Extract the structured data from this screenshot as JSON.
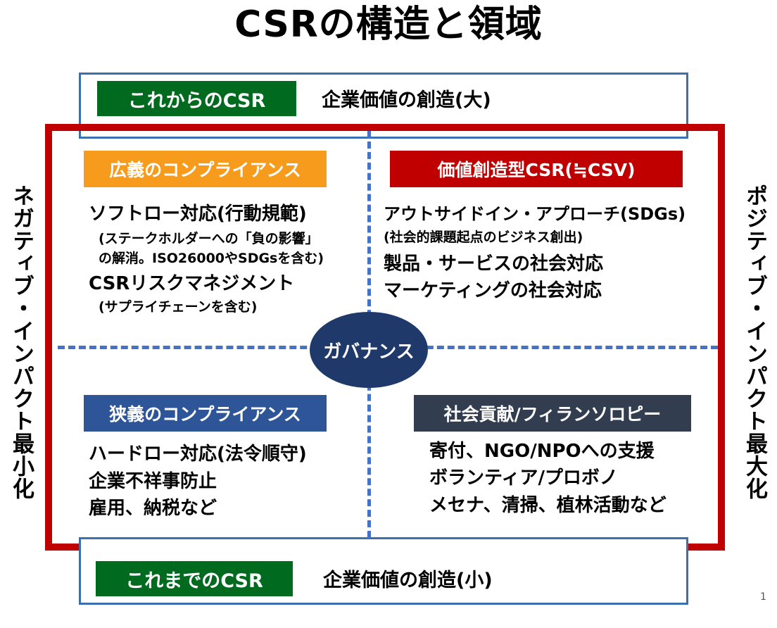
{
  "title": "CSRの構造と領域",
  "top_band": {
    "tag": "これからのCSR",
    "label": "企業価値の創造(大)"
  },
  "bottom_band": {
    "tag": "これまでのCSR",
    "label": "企業価値の創造(小)"
  },
  "left_axis": "ネガティブ・インパクト最小化",
  "right_axis": "ポジティブ・インパクト最大化",
  "center": "ガバナンス",
  "quadrants": {
    "top_left": {
      "tag": "広義のコンプライアンス",
      "lines": [
        "ソフトロー対応(行動規範)",
        "(ステークホルダーへの「負の影響」",
        "の解消。ISO26000やSDGsを含む)",
        "CSRリスクマネジメント",
        "(サプライチェーンを含む)"
      ]
    },
    "top_right": {
      "tag": "価値創造型CSR(≒CSV)",
      "lines": [
        "アウトサイドイン・アプローチ(SDGs)",
        "(社会的課題起点のビジネス創出)",
        "製品・サービスの社会対応",
        "マーケティングの社会対応"
      ]
    },
    "bottom_left": {
      "tag": "狭義のコンプライアンス",
      "lines": [
        "ハードロー対応(法令順守)",
        "企業不祥事防止",
        "雇用、納税など"
      ]
    },
    "bottom_right": {
      "tag": "社会貢献/フィランソロピー",
      "lines": [
        "寄付、NGO/NPOへの支援",
        "ボランティア/プロボノ",
        "メセナ、清掃、植林活動など"
      ]
    }
  },
  "colors": {
    "green_tag": "#006b1e",
    "orange_tag": "#f79b1c",
    "red_tag": "#c00000",
    "blue_tag": "#2e5597",
    "navy_tag": "#323e4f",
    "frame_red": "#c00000",
    "frame_blue": "#3a6fb0",
    "governance": "#1f3a6a"
  },
  "page_number": "1"
}
